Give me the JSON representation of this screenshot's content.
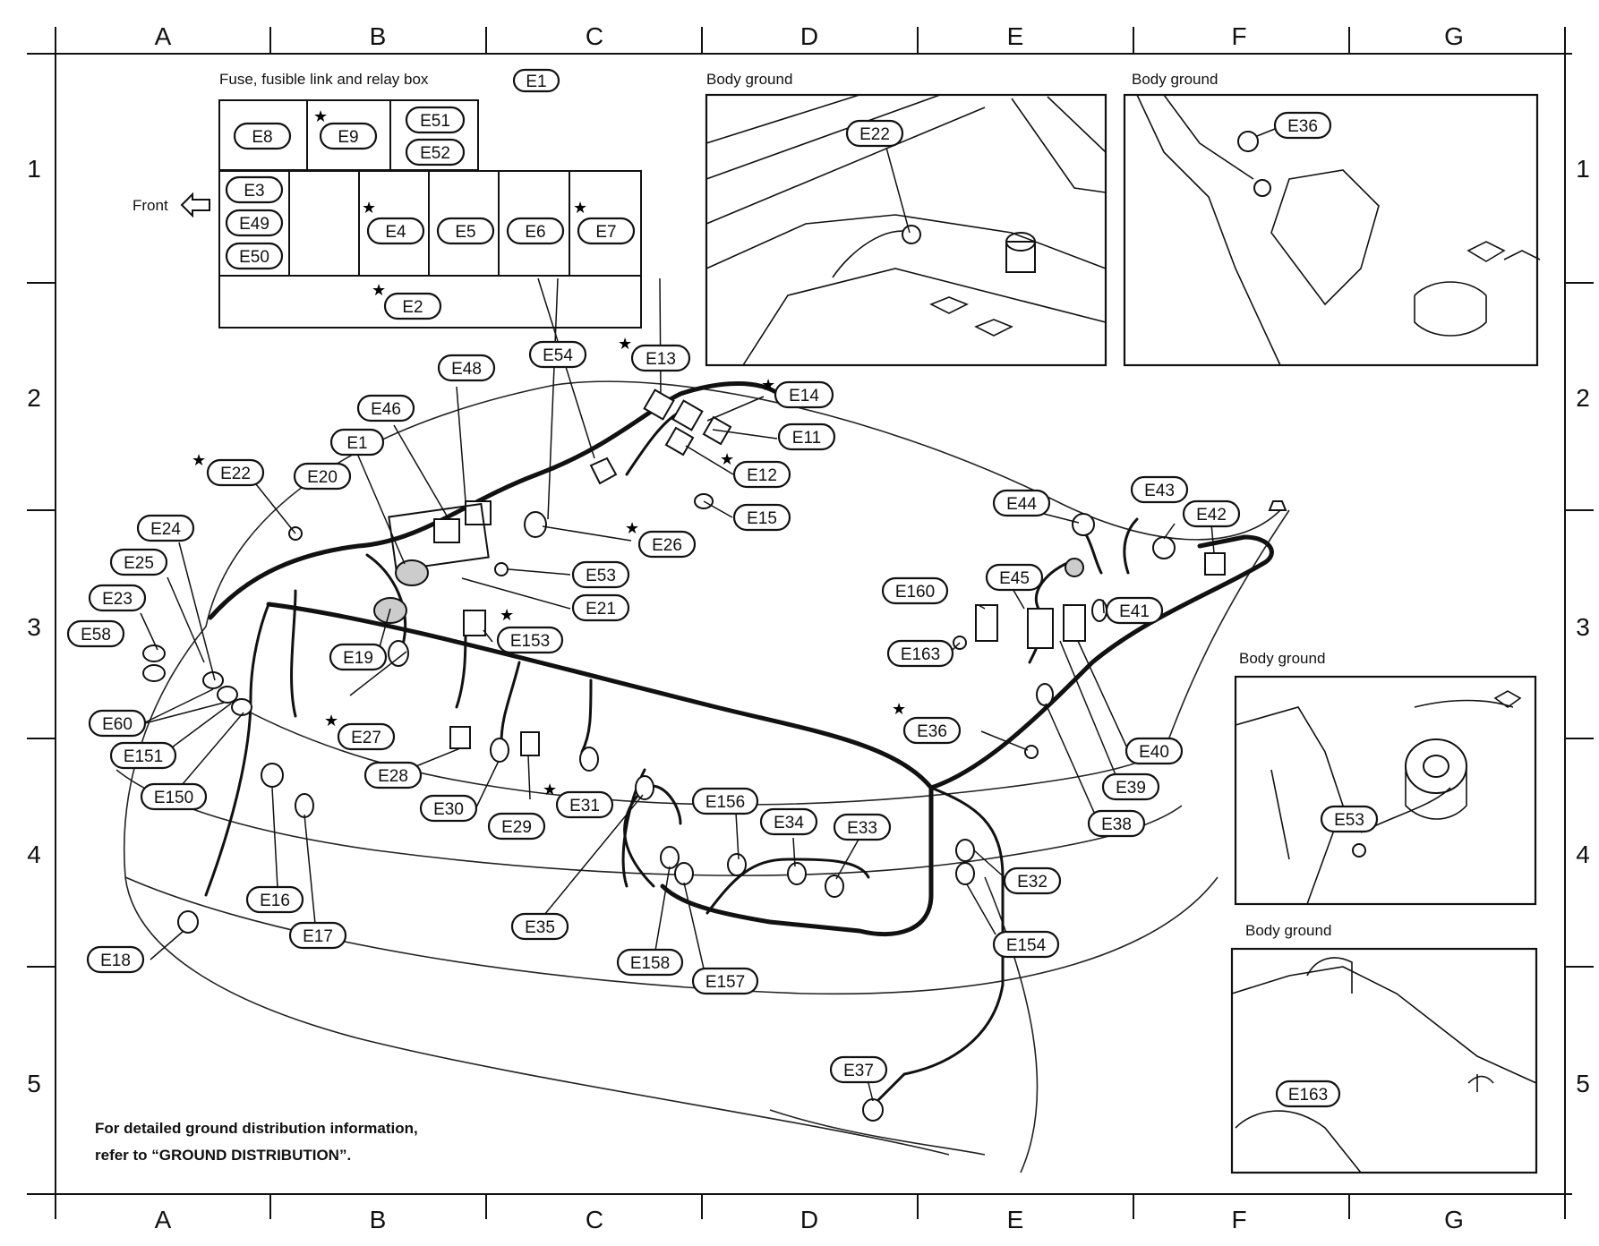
{
  "columns": [
    "A",
    "B",
    "C",
    "D",
    "E",
    "F",
    "G"
  ],
  "rows": [
    "1",
    "2",
    "3",
    "4",
    "5"
  ],
  "fuse_box": {
    "title": "Fuse, fusible link and relay box",
    "title_badge": "E1",
    "front_label": "Front",
    "cells": [
      "E8",
      "E9",
      "E51",
      "E52",
      "E3",
      "E49",
      "E50",
      "E4",
      "E5",
      "E6",
      "E7",
      "E2"
    ]
  },
  "photo_captions": {
    "d1": "Body ground",
    "f1": "Body ground",
    "g3": "Body ground",
    "g4": "Body ground"
  },
  "photo_labels": {
    "d1": "E22",
    "f1": "E36",
    "g3": "E53",
    "g4": "E163"
  },
  "connectors": [
    {
      "id": "E54"
    },
    {
      "id": "E13",
      "star": true
    },
    {
      "id": "E48"
    },
    {
      "id": "E46"
    },
    {
      "id": "E1"
    },
    {
      "id": "E14",
      "star": true
    },
    {
      "id": "E11"
    },
    {
      "id": "E12",
      "star": true
    },
    {
      "id": "E20"
    },
    {
      "id": "E22",
      "star": true
    },
    {
      "id": "E15"
    },
    {
      "id": "E24"
    },
    {
      "id": "E26",
      "star": true
    },
    {
      "id": "E25"
    },
    {
      "id": "E53"
    },
    {
      "id": "E23"
    },
    {
      "id": "E21"
    },
    {
      "id": "E153",
      "star": true
    },
    {
      "id": "E58"
    },
    {
      "id": "E19"
    },
    {
      "id": "E60"
    },
    {
      "id": "E27",
      "star": true
    },
    {
      "id": "E151"
    },
    {
      "id": "E28"
    },
    {
      "id": "E150"
    },
    {
      "id": "E30"
    },
    {
      "id": "E29"
    },
    {
      "id": "E31",
      "star": true
    },
    {
      "id": "E16"
    },
    {
      "id": "E17"
    },
    {
      "id": "E18"
    },
    {
      "id": "E35"
    },
    {
      "id": "E156"
    },
    {
      "id": "E34"
    },
    {
      "id": "E33"
    },
    {
      "id": "E158"
    },
    {
      "id": "E157"
    },
    {
      "id": "E37"
    },
    {
      "id": "E44"
    },
    {
      "id": "E43"
    },
    {
      "id": "E42"
    },
    {
      "id": "E45"
    },
    {
      "id": "E160"
    },
    {
      "id": "E41"
    },
    {
      "id": "E163"
    },
    {
      "id": "E36",
      "star": true
    },
    {
      "id": "E40"
    },
    {
      "id": "E39"
    },
    {
      "id": "E38"
    },
    {
      "id": "E32"
    },
    {
      "id": "E154"
    }
  ],
  "note": {
    "line1": "For detailed ground distribution information,",
    "line2": "refer to “GROUND DISTRIBUTION”."
  }
}
